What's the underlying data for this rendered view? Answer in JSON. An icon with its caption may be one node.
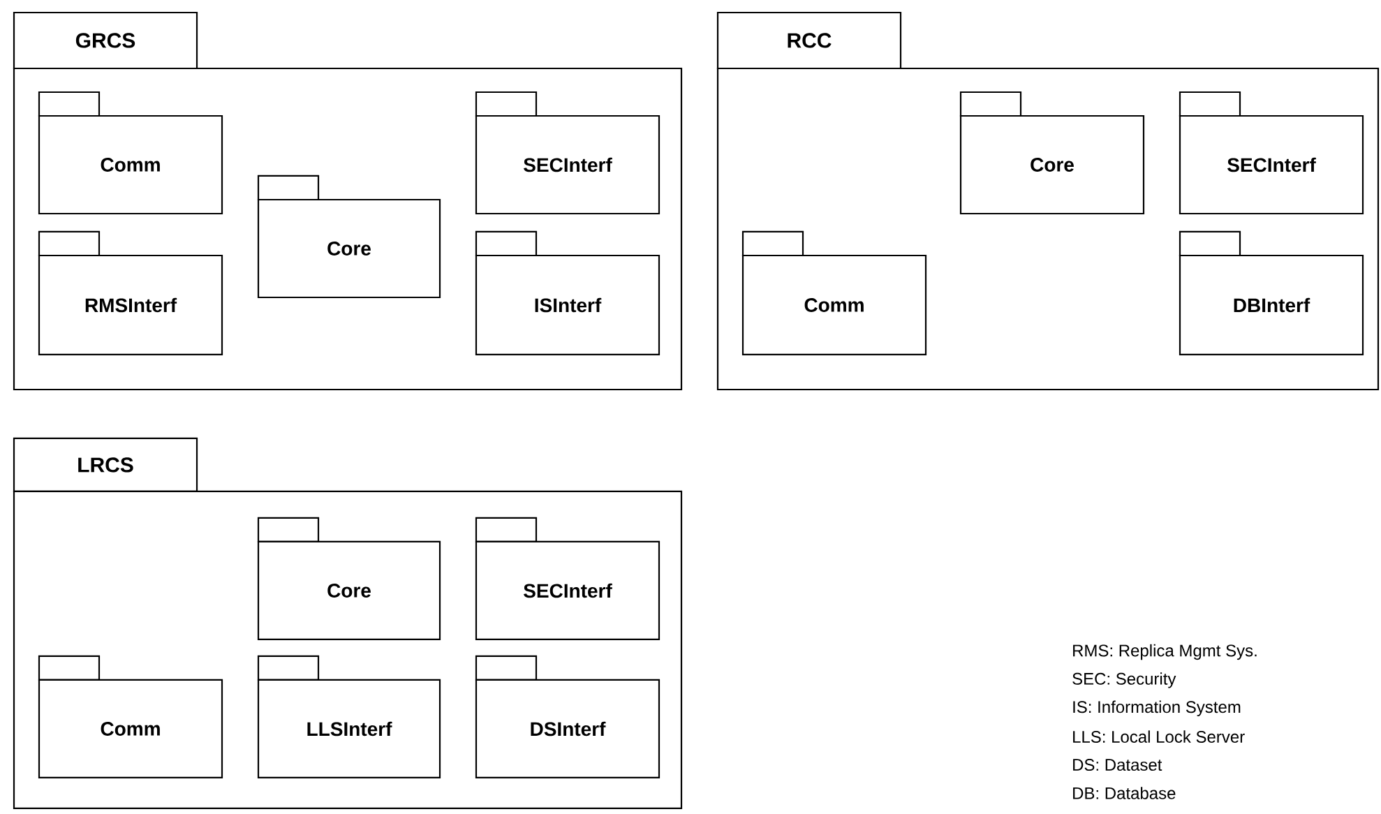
{
  "diagram": {
    "nodes": [
      {
        "text": [
          "GRCS"
        ]
      },
      {
        "text": [
          "Comm"
        ],
        "in": 0
      },
      {
        "text": [
          "SECInterf"
        ],
        "in": 0
      },
      {
        "text": [
          "Core"
        ],
        "in": 0
      },
      {
        "text": [
          "RMSInterf"
        ],
        "in": 0
      },
      {
        "text": [
          "ISInterf"
        ],
        "in": 0
      },
      {
        "text": [
          "RCC"
        ]
      },
      {
        "text": [
          "Core"
        ],
        "in": 6
      },
      {
        "text": [
          "SECInterf"
        ],
        "in": 6
      },
      {
        "text": [
          "Comm"
        ],
        "in": 6
      },
      {
        "text": [
          "DBInterf"
        ],
        "in": 6
      },
      {
        "text": [
          "LRCS"
        ]
      },
      {
        "text": [
          "Core"
        ],
        "in": 11
      },
      {
        "text": [
          "SECInterf"
        ],
        "in": 11
      },
      {
        "text": [
          "Comm"
        ],
        "in": 11
      },
      {
        "text": [
          "LLSInterf"
        ],
        "in": 11
      },
      {
        "text": [
          "DSInterf"
        ],
        "in": 11
      }
    ],
    "labels": [
      "RMS: Replica Mgmt Sys.",
      "SEC: Security",
      "IS: Information System",
      "LLS: Local Lock Server",
      "DS: Dataset",
      "DB: Database"
    ]
  }
}
